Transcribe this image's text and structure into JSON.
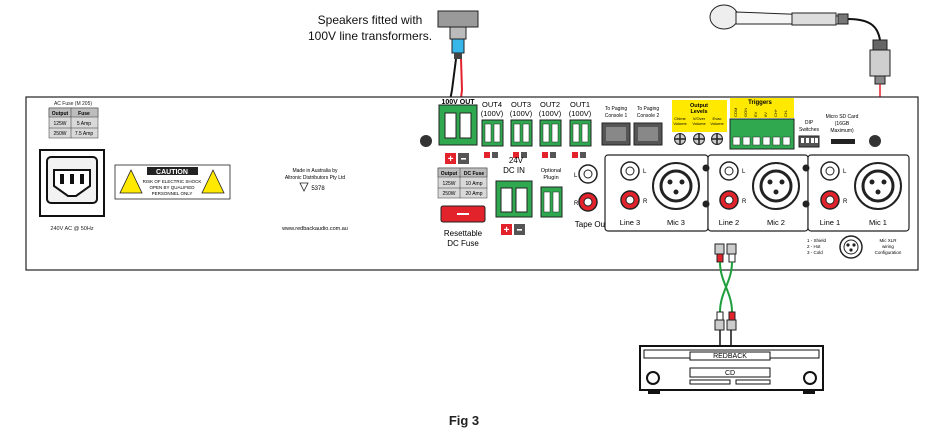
{
  "speakers_label_line1": "Speakers fitted with",
  "speakers_label_line2": "100V line transformers.",
  "fuse_table": {
    "title": "AC Fuse (M 205)",
    "headers": [
      "Output",
      "Fuse"
    ],
    "rows": [
      [
        "125W",
        "5 Amp"
      ],
      [
        "250W",
        "7.5 Amp"
      ]
    ]
  },
  "ac_input_label": "240V AC @ 50Hz",
  "caution": {
    "title": "CAUTION",
    "lines": [
      "RISK OF ELECTRIC SHOCK",
      "OPEN BY QUALIFIED",
      "PERSONNEL ONLY"
    ]
  },
  "made_in": [
    "Made in Australia by",
    "Altronic Distributors Pty Ltd"
  ],
  "compliance_number": "5378",
  "website": "www.redbackaudio.com.au",
  "out_100v_label": "100V OUT",
  "outputs": [
    {
      "line1": "OUT4",
      "line2": "(100V)"
    },
    {
      "line1": "OUT3",
      "line2": "(100V)"
    },
    {
      "line1": "OUT2",
      "line2": "(100V)"
    },
    {
      "line1": "OUT1",
      "line2": "(100V)"
    }
  ],
  "dc_table": {
    "headers": [
      "Output",
      "DC Fuse"
    ],
    "rows": [
      [
        "125W",
        "10 Amp"
      ],
      [
        "250W",
        "20 Amp"
      ]
    ]
  },
  "resettable_fuse": [
    "Resettable",
    "DC Fuse"
  ],
  "dc_in": [
    "24V",
    "DC IN"
  ],
  "optional_plugin": [
    "Optional",
    "Plugin"
  ],
  "tape_out": "Tape Out",
  "paging_labels": [
    [
      "To Paging",
      "Console 1"
    ],
    [
      "To Paging",
      "Console 2"
    ]
  ],
  "output_levels": {
    "title": [
      "Output",
      "Levels"
    ],
    "knobs": [
      [
        "Chime",
        "Volume"
      ],
      [
        "V/Over",
        "Volume"
      ],
      [
        "Evac",
        "Volume"
      ]
    ]
  },
  "triggers": {
    "title": "Triggers",
    "pins": [
      "COM",
      "GON",
      "EV",
      "6V",
      "CH+",
      "CH-"
    ]
  },
  "dip_label": [
    "DIP",
    "Switches"
  ],
  "sd_label": [
    "Micro SD Card",
    "(16GB",
    "Maximum)"
  ],
  "input_panels": [
    {
      "line": "Line 3",
      "mic": "Mic 3"
    },
    {
      "line": "Line 2",
      "mic": "Mic 2"
    },
    {
      "line": "Line 1",
      "mic": "Mic 1"
    }
  ],
  "lr": [
    "L",
    "R"
  ],
  "xlr_pins": [
    "1 - Shield",
    "2 - Hot",
    "3 - Cold"
  ],
  "xlr_config": [
    "Mic XLR",
    "wiring",
    "Configuration"
  ],
  "cd_player": {
    "brand": "REDBACK",
    "slot": "CD"
  },
  "figure_caption": "Fig 3",
  "colors": {
    "accent_red": "#e3232b",
    "terminal_green": "#2fa84f",
    "cable_green": "#1e9e3c",
    "label_yellow": "#ffe900"
  }
}
